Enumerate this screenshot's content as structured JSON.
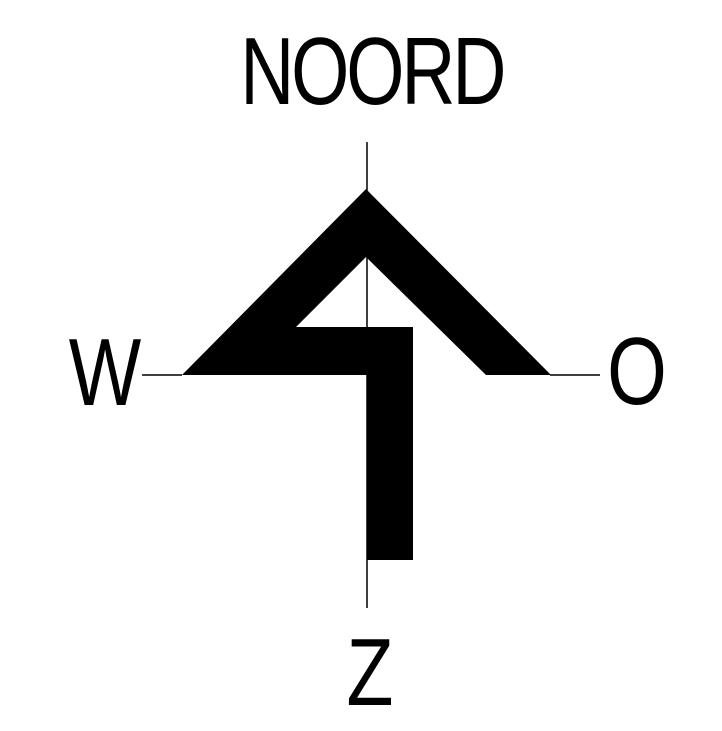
{
  "compass": {
    "north_label": "NOORD",
    "west_label": "W",
    "east_label": "O",
    "south_label": "Z"
  },
  "colors": {
    "foreground": "#000000",
    "background": "#ffffff"
  }
}
